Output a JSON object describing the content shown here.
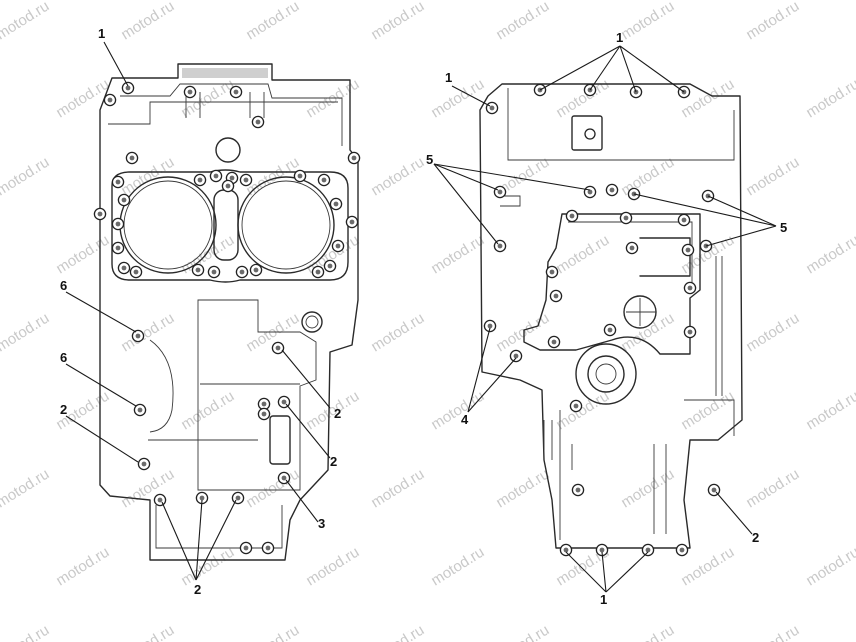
{
  "watermark": {
    "text": "motod.ru",
    "color": "#c9c9c9"
  },
  "left_case": {
    "callouts": [
      {
        "id": "l-top",
        "label": "1"
      },
      {
        "id": "l-6a",
        "label": "6"
      },
      {
        "id": "l-6b",
        "label": "6"
      },
      {
        "id": "l-2left",
        "label": "2"
      },
      {
        "id": "l-2ra",
        "label": "2"
      },
      {
        "id": "l-2rb",
        "label": "2"
      },
      {
        "id": "l-3",
        "label": "3"
      },
      {
        "id": "l-2bottom",
        "label": "2"
      }
    ]
  },
  "right_case": {
    "callouts": [
      {
        "id": "r-1top",
        "label": "1"
      },
      {
        "id": "r-1left",
        "label": "1"
      },
      {
        "id": "r-5left",
        "label": "5"
      },
      {
        "id": "r-5right",
        "label": "5"
      },
      {
        "id": "r-4",
        "label": "4"
      },
      {
        "id": "r-2",
        "label": "2"
      },
      {
        "id": "r-1bottom",
        "label": "1"
      }
    ]
  }
}
